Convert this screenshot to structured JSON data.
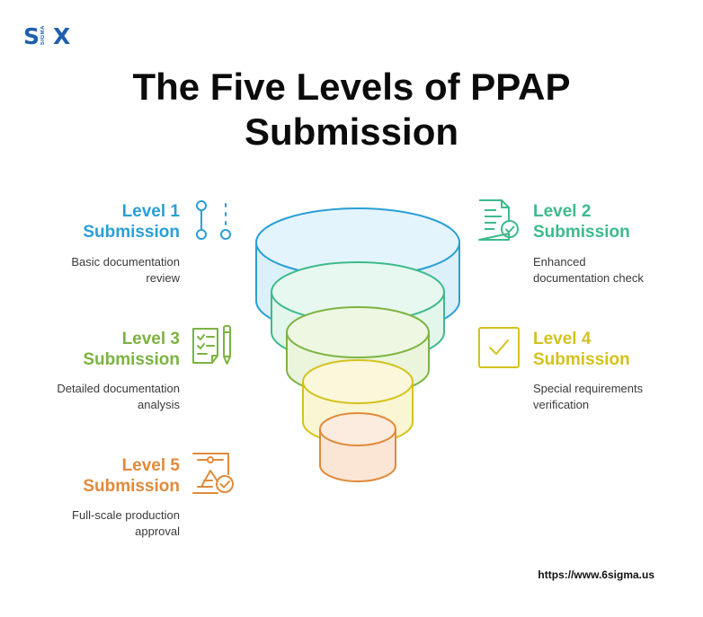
{
  "logo": {
    "text_left": "S",
    "text_mid": "SIGMA",
    "text_right": "X"
  },
  "title": {
    "line1": "The Five Levels of PPAP",
    "line2": "Submission"
  },
  "levels": [
    {
      "line1": "Level 1",
      "line2": "Submission",
      "desc1": "Basic documentation",
      "desc2": "review",
      "color": "#2a9fd6",
      "icon": "workflow-icon"
    },
    {
      "line1": "Level 2",
      "line2": "Submission",
      "desc1": "Enhanced",
      "desc2": "documentation check",
      "color": "#3dba8c",
      "icon": "document-check-icon"
    },
    {
      "line1": "Level 3",
      "line2": "Submission",
      "desc1": "Detailed documentation",
      "desc2": "analysis",
      "color": "#7cb342",
      "icon": "checklist-pen-icon"
    },
    {
      "line1": "Level 4",
      "line2": "Submission",
      "desc1": "Special requirements",
      "desc2": "verification",
      "color": "#d4c21c",
      "icon": "checkbox-icon"
    },
    {
      "line1": "Level 5",
      "line2": "Submission",
      "desc1": "Full-scale production",
      "desc2": "approval",
      "color": "#e08a3c",
      "icon": "production-approval-icon"
    }
  ],
  "footer": {
    "url": "https://www.6sigma.us"
  }
}
